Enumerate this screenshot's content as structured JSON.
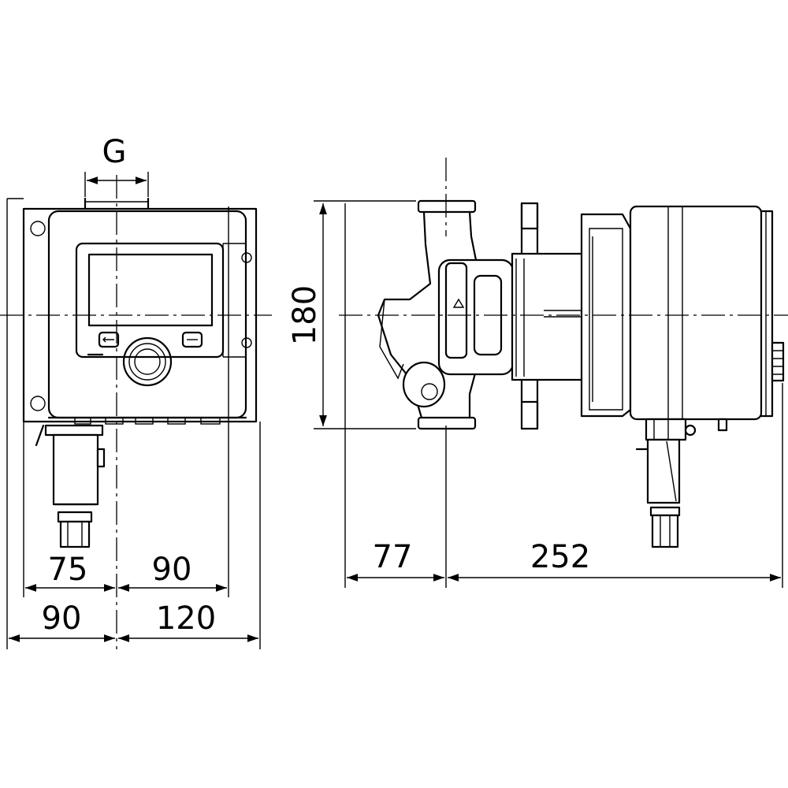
{
  "labels": {
    "thread": "G",
    "front_inner_left": "75",
    "front_inner_right": "90",
    "front_outer_left": "90",
    "front_outer_right": "120",
    "side_height": "180",
    "side_left": "77",
    "side_right": "252"
  },
  "colors": {
    "line": "#000000",
    "background": "#ffffff"
  }
}
